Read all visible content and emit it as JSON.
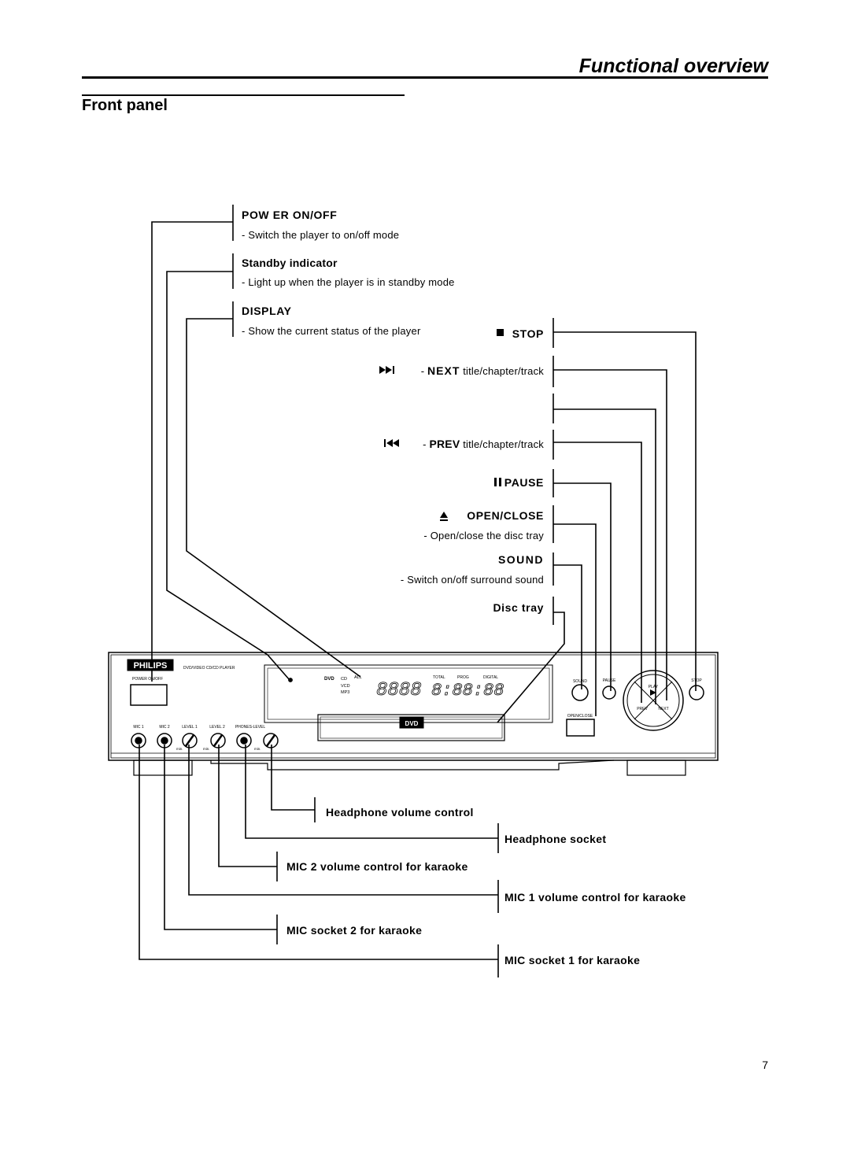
{
  "header": {
    "title": "Functional overview"
  },
  "section": {
    "title": "Front panel"
  },
  "labels": {
    "power": {
      "title": "POW ER ON/OFF",
      "desc": "- Switch the player to on/off mode"
    },
    "standby": {
      "title": "Standby indicator",
      "desc": "- Light up when the player is in standby mode"
    },
    "display": {
      "title": "DISPLAY",
      "desc": "- Show the current status of the player"
    },
    "stop": {
      "title": "STOP"
    },
    "next": {
      "title": "NEXT",
      "desc": "title/chapter/track"
    },
    "prev": {
      "title": "PREV",
      "desc": "title/chapter/track"
    },
    "pause": {
      "title": "PAUSE"
    },
    "open_close": {
      "title": "OPEN/CLOSE",
      "desc": "- Open/close the disc tray"
    },
    "sound": {
      "title": "SOUND",
      "desc": "- Switch on/off surround sound"
    },
    "disc_tray": {
      "title": "Disc tray"
    }
  },
  "bottom_labels": {
    "headphone_volume": "Headphone volume control",
    "headphone_socket": "Headphone socket",
    "mic2_volume": "MIC 2 volume control for karaoke",
    "mic1_volume": "MIC 1 volume control  for karaoke",
    "mic2_socket": "MIC socket 2 for karaoke",
    "mic1_socket": "MIC socket 1 for karaoke"
  },
  "device": {
    "brand": "PHILIPS",
    "model": "DVD/VIDEO CD/CD PLAYER",
    "power_label": "POWER ON/OFF",
    "jack_labels": [
      "MIC 1",
      "MIC 2",
      "LEVEL 1",
      "LEVEL 2",
      "PHONES-LEVEL"
    ],
    "min_label": "min.",
    "disp_dvd": "DVD",
    "disp_cd": "CD",
    "disp_vcd": "VCD",
    "disp_mp3": "MP3",
    "disp_all": "ALL",
    "disp_total": "TOTAL",
    "disp_prog": "PROG",
    "disp_digital": "DIGITAL",
    "btn_sound": "SOUND",
    "btn_pause": "PAUSE",
    "btn_stop": "STOP",
    "btn_play": "PLAY",
    "btn_prev": "PREV",
    "btn_next": "NEXT",
    "btn_open_close": "OPEN/CLOSE",
    "tray_logo": "DVD"
  },
  "footer": {
    "page_number": "7"
  }
}
